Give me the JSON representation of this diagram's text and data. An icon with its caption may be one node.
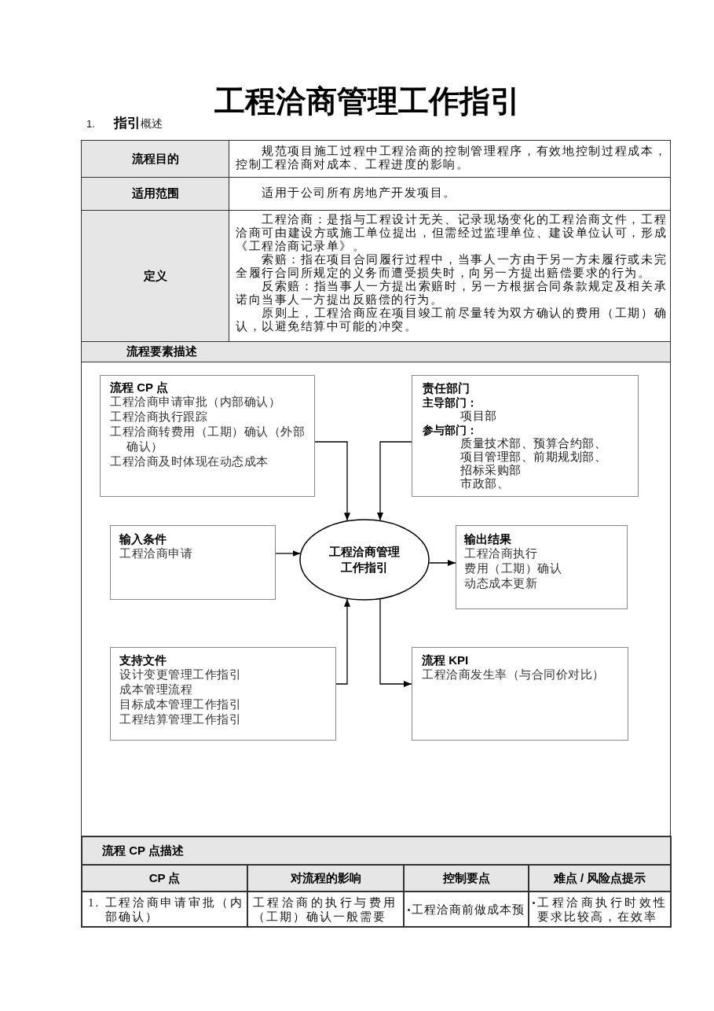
{
  "diagram": {
    "title": "工程洽商管理工作指引",
    "nodes": [
      {
        "text": [
          "流程 CP 点",
          "工程洽商申请审批（内部确认）",
          "工程洽商执行跟踪",
          "工程洽商转费用（工期）确认（外部确认）",
          "工程洽商及时体现在动态成本"
        ]
      },
      {
        "text": [
          "责任部门",
          "主导部门：",
          "项目部",
          "参与部门：",
          "质量技术部、预算合约部、项目管理部、前期规划部、招标采购部",
          "市政部、"
        ]
      },
      {
        "text": [
          "输入条件",
          "工程洽商申请"
        ]
      },
      {
        "text": [
          "工程洽商管理工作指引"
        ]
      },
      {
        "text": [
          "输出结果",
          "工程洽商执行",
          "费用（工期）确认",
          "动态成本更新"
        ]
      },
      {
        "text": [
          "支持文件",
          "设计变更管理工作指引",
          "成本管理流程",
          "目标成本管理工作指引",
          "工程结算管理工作指引"
        ]
      },
      {
        "text": [
          "流程 KPI",
          "工程洽商发生率（与合同价对比）"
        ]
      }
    ],
    "edges": [
      {
        "from": 0,
        "to": 3,
        "arrow": "to"
      },
      {
        "from": 1,
        "to": 3,
        "arrow": "to"
      },
      {
        "from": 2,
        "to": 3,
        "arrow": "to"
      },
      {
        "from": 3,
        "to": 4,
        "arrow": "to"
      },
      {
        "from": 5,
        "to": 3,
        "arrow": "to"
      },
      {
        "from": 3,
        "to": 6,
        "arrow": "to"
      }
    ],
    "labels": [
      "1.",
      "**指引**概述",
      "流程目的",
      "规范项目施工过程中工程洽商的控制管理程序，有效地控制过程成本，控制工程洽商对成本、工程进度的影响。",
      "适用范围",
      "适用于公司所有房地产开发项目。",
      "定义",
      "工程洽商：是指与工程设计无关、记录现场变化的工程洽商文件，工程洽商可由建设方或施工单位提出，但需经过监理单位、建设单位认可，形成《工程洽商记录单》。",
      "索赔：指在项目合同履行过程中，当事人一方由于另一方未履行或未完全履行合同所规定的义务而遭受损失时，向另一方提出赔偿要求的行为。",
      "反索赔：指当事人一方提出索赔时，另一方根据合同条款规定及相关承诺向当事人一方提出反赔偿的行为。",
      "原则上，工程洽商应在项目竣工前尽量转为双方确认的费用（工期）确认，以避免结算中可能的冲突。",
      "流程要素描述",
      "流程 CP 点描述",
      "CP 点",
      "对流程的影响",
      "控制要点",
      "难点 / 风险点提示",
      "1. 工程洽商申请审批（内部确认）",
      "工程洽商的执行与费用（工期）确认一般需要",
      "工程洽商前做成本预",
      "工程洽商执行时效性要求比较高，在效率"
    ]
  }
}
